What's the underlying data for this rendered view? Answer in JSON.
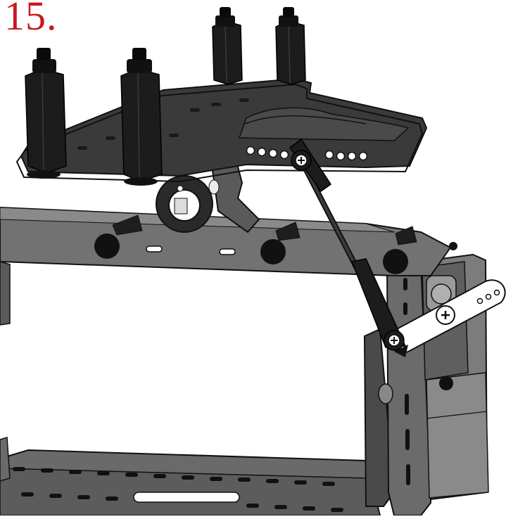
{
  "step": {
    "number": "15."
  },
  "colors": {
    "step_number": "#c8191f",
    "outline": "#111111",
    "plate_dark": "#262626",
    "plate_mid": "#3a3a3a",
    "frame_gray": "#6e6e6e",
    "frame_light": "#8a8a8a",
    "standoff": "#1c1c1c",
    "servo_horn": "#ffffff",
    "background": "#ffffff"
  },
  "parts": {
    "top_plate": "top-mounting-plate",
    "standoffs": 4,
    "pushrod": "linkage-pushrod",
    "servo": "servo",
    "servo_horn": "servo-horn",
    "frame": "gray-frame"
  }
}
